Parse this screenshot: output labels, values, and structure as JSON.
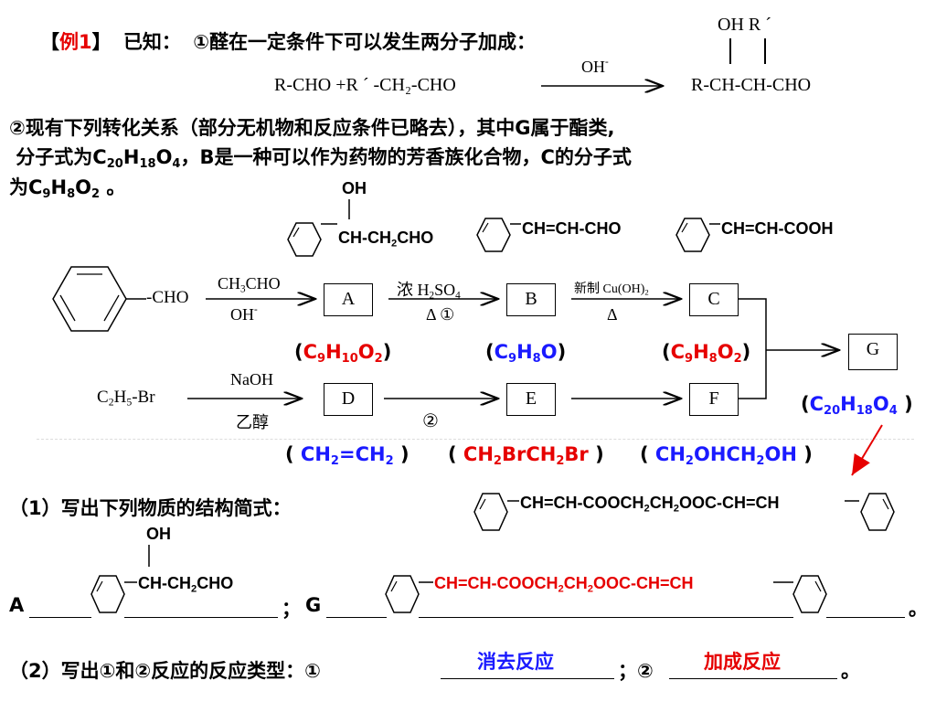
{
  "intro": {
    "bracket_open": "【",
    "example_label": "例1",
    "bracket_close": "】",
    "given": "已知：",
    "point1": "①醛在一定条件下可以发生两分子加成："
  },
  "aldol": {
    "reactants": "R-CHO +R ˊ -CH₂-CHO",
    "catalyst": "OH-",
    "product_top": "OH R ˊ",
    "product": "R-CH-CH-CHO"
  },
  "para2": {
    "line1": "②现有下列转化关系（部分无机物和反应条件已略去），其中G属于酯类,",
    "line2": " 分子式为C20H18O4，B是一种可以作为药物的芳香族化合物，C的分子式",
    "line3": "为C9H8O2 。"
  },
  "structures": {
    "oh": "OH",
    "a_chain": "CH-CH2CHO",
    "b_chain": "CH=CH-CHO",
    "c_chain": "CH=CH-COOH"
  },
  "scheme": {
    "benzaldehyde_group": "-CHO",
    "step1_top": "CH3CHO",
    "step1_bottom": "OH-",
    "step2_top": "浓 H2SO4",
    "step2_bottom": "Δ ①",
    "step3_top": "新制 Cu(OH)2",
    "step3_bottom": "Δ",
    "ethyl_bromide": "C2H5-Br",
    "step4_top": "NaOH",
    "step4_bottom": "乙醇",
    "step5": "②",
    "boxes": {
      "A": "A",
      "B": "B",
      "C": "C",
      "D": "D",
      "E": "E",
      "F": "F",
      "G": "G"
    }
  },
  "formulas": {
    "A": "(C9H10O2)",
    "B": "(C9H8O)",
    "C": "(C9H8O2)",
    "G": "(C20H18O4)",
    "D": "( CH2=CH2 )",
    "E": "( CH2BrCH2Br )",
    "F": "( CH2OHCH2OH )"
  },
  "g_structure": "CH=CH-COOCH2CH2OOC-CH=CH",
  "questions": {
    "q1": "（1）写出下列物质的结构简式：",
    "a_label": "A",
    "sep": "；",
    "g_label": "G",
    "end": "。",
    "a_answer_chain": "CH-CH2CHO",
    "g_answer_chain": "CH=CH-COOCH2CH2OOC-CH=CH",
    "q2": "（2）写出①和②反应的反应类型：①",
    "q2_sep": "；②",
    "q2_end": "。",
    "answer1": "消去反应",
    "answer2": "加成反应"
  },
  "colors": {
    "highlight_red": "#e60000",
    "highlight_blue": "#1a1aff"
  }
}
